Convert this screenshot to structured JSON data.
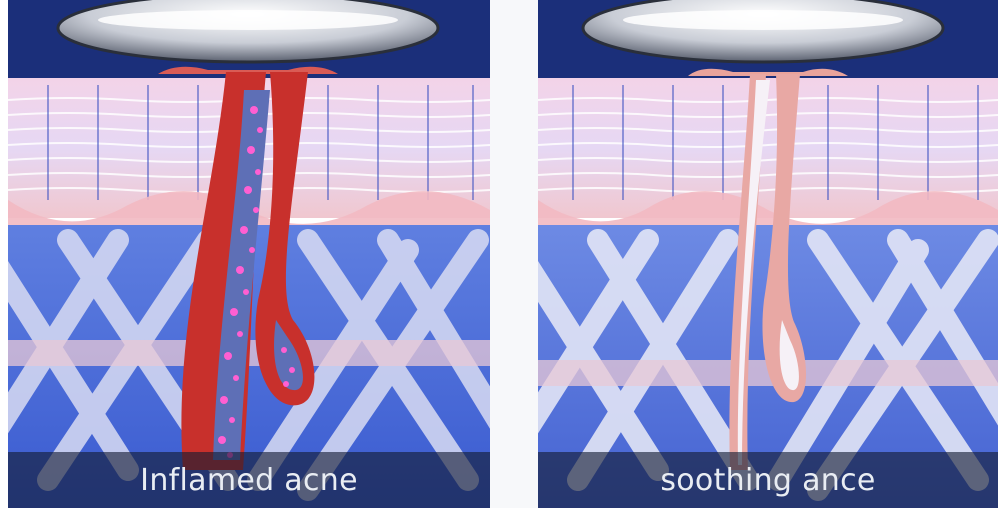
{
  "panels": [
    {
      "caption": "Inflamed acne",
      "state": "inflamed",
      "follicle_color": "#c8302c",
      "particle_color": "#ff5fd2"
    },
    {
      "caption": "soothing ance",
      "state": "soothed",
      "follicle_color": "#e8a8a4",
      "particle_color": "#ffffff"
    }
  ],
  "colors": {
    "probe_background": "#1b2f7a",
    "epidermis": "#eec1bd",
    "skin_line": "#ffffff",
    "dermis_fibers": "#c7cbe8",
    "deep_background": "#3b57c9"
  }
}
